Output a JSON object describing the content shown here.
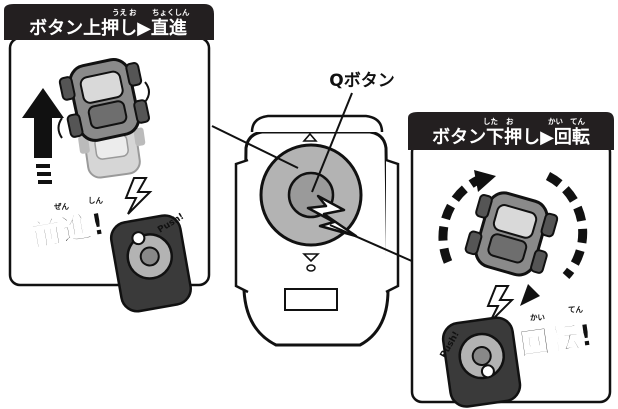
{
  "left_panel": {
    "title": "ボタン上押し▶直進",
    "title_ruby": [
      "うえ",
      "お",
      "ちょくしん"
    ],
    "action_label": "前進!",
    "action_ruby": [
      "ぜん",
      "しん"
    ],
    "button_stamp": "Push!"
  },
  "center": {
    "callout_label": "Qボタン"
  },
  "right_panel": {
    "title": "ボタン下押し▶回転",
    "title_ruby": [
      "した",
      "お",
      "かい",
      "てん"
    ],
    "action_label": "回転!",
    "action_ruby": [
      "かい",
      "てん"
    ],
    "button_stamp": "Push!"
  },
  "colors": {
    "title_bar": "#231f20",
    "title_text": "#ffffff",
    "button_gray": "#b3b3b3",
    "button_center": "#8c8c8c",
    "outline": "#111111"
  }
}
